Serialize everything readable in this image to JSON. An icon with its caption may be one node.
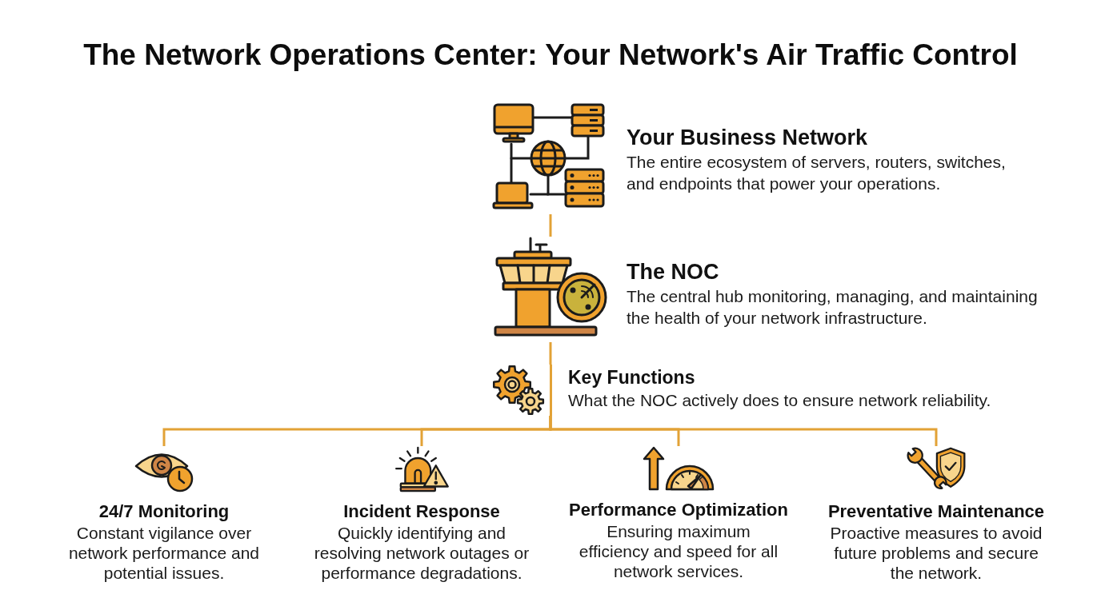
{
  "diagram": {
    "title": "The Network Operations Center: Your Network's Air Traffic Control",
    "nodes": [
      {
        "text": [
          "Your Business Network",
          "The entire ecosystem of servers, routers, switches, and endpoints that power your operations."
        ]
      },
      {
        "text": [
          "The NOC",
          "The central hub monitoring, managing, and maintaining the health of your network infrastructure."
        ]
      },
      {
        "text": [
          "Key Functions",
          "What the NOC actively does to ensure network reliability."
        ]
      },
      {
        "text": [
          "24/7 Monitoring",
          "Constant vigilance over network performance and potential issues."
        ]
      },
      {
        "text": [
          "Incident Response",
          "Quickly identifying and resolving network outages or performance degradations."
        ]
      },
      {
        "text": [
          "Performance Optimization",
          "Ensuring maximum efficiency and speed for all network services."
        ]
      },
      {
        "text": [
          "Preventative Maintenance",
          "Proactive measures to avoid future problems and secure the network."
        ]
      }
    ],
    "edges": [
      {
        "from": 0,
        "to": 1,
        "arrow": "none"
      },
      {
        "from": 1,
        "to": 2,
        "arrow": "none"
      },
      {
        "from": 2,
        "to": 3,
        "arrow": "none"
      },
      {
        "from": 2,
        "to": 4,
        "arrow": "none"
      },
      {
        "from": 2,
        "to": 5,
        "arrow": "none"
      },
      {
        "from": 2,
        "to": 6,
        "arrow": "none"
      }
    ]
  }
}
